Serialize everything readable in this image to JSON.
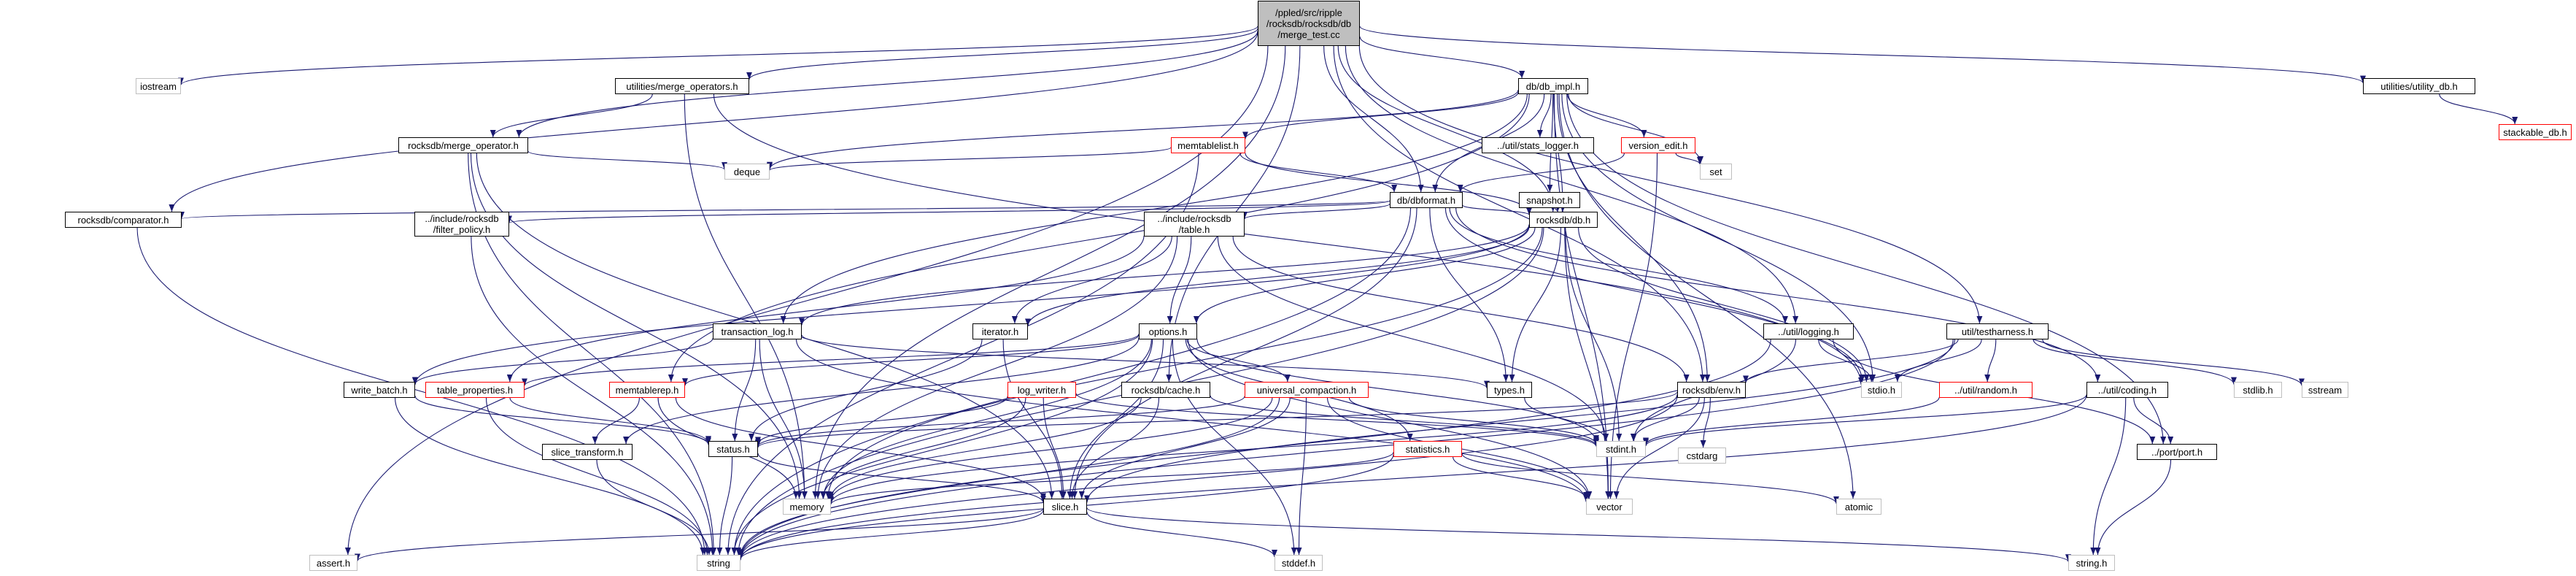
{
  "graph": {
    "root": "/ppled/src/ripple/rocksdb/rocksdb/db/merge_test.cc",
    "colors": {
      "edge": "#191970",
      "arrowhead": "#191970",
      "node_border": "#000000",
      "missing_border": "#bfbfbf",
      "truncated_border": "#ff0000",
      "root_fill": "#bfbfbf",
      "background": "#ffffff"
    },
    "nodes": [
      {
        "id": "root",
        "label": "/ppled/src/ripple\n/rocksdb/rocksdb/db\n/merge_test.cc",
        "kind": "root"
      },
      {
        "id": "iostream",
        "label": "iostream",
        "kind": "missing"
      },
      {
        "id": "merge_operators",
        "label": "utilities/merge_operators.h",
        "kind": "normal"
      },
      {
        "id": "db_impl",
        "label": "db/db_impl.h",
        "kind": "normal"
      },
      {
        "id": "utility_db",
        "label": "utilities/utility_db.h",
        "kind": "normal"
      },
      {
        "id": "stackable_db",
        "label": "stackable_db.h",
        "kind": "truncated"
      },
      {
        "id": "merge_operator",
        "label": "rocksdb/merge_operator.h",
        "kind": "normal"
      },
      {
        "id": "memtablelist",
        "label": "memtablelist.h",
        "kind": "truncated"
      },
      {
        "id": "stats_logger",
        "label": "../util/stats_logger.h",
        "kind": "normal"
      },
      {
        "id": "version_edit",
        "label": "version_edit.h",
        "kind": "truncated"
      },
      {
        "id": "deque",
        "label": "deque",
        "kind": "missing"
      },
      {
        "id": "set",
        "label": "set",
        "kind": "missing"
      },
      {
        "id": "dbformat",
        "label": "db/dbformat.h",
        "kind": "normal"
      },
      {
        "id": "snapshot",
        "label": "snapshot.h",
        "kind": "normal"
      },
      {
        "id": "comparator",
        "label": "rocksdb/comparator.h",
        "kind": "normal"
      },
      {
        "id": "filter_policy",
        "label": "../include/rocksdb\n/filter_policy.h",
        "kind": "normal"
      },
      {
        "id": "table",
        "label": "../include/rocksdb\n/table.h",
        "kind": "normal"
      },
      {
        "id": "db",
        "label": "rocksdb/db.h",
        "kind": "normal"
      },
      {
        "id": "transaction_log",
        "label": "transaction_log.h",
        "kind": "normal"
      },
      {
        "id": "iterator",
        "label": "iterator.h",
        "kind": "normal"
      },
      {
        "id": "options",
        "label": "options.h",
        "kind": "normal"
      },
      {
        "id": "logging",
        "label": "../util/logging.h",
        "kind": "normal"
      },
      {
        "id": "testharness",
        "label": "util/testharness.h",
        "kind": "normal"
      },
      {
        "id": "write_batch",
        "label": "write_batch.h",
        "kind": "normal"
      },
      {
        "id": "table_properties",
        "label": "table_properties.h",
        "kind": "truncated"
      },
      {
        "id": "memtablerep",
        "label": "memtablerep.h",
        "kind": "truncated"
      },
      {
        "id": "log_writer",
        "label": "log_writer.h",
        "kind": "truncated"
      },
      {
        "id": "cache",
        "label": "rocksdb/cache.h",
        "kind": "normal"
      },
      {
        "id": "universal_compaction",
        "label": "universal_compaction.h",
        "kind": "truncated"
      },
      {
        "id": "types",
        "label": "types.h",
        "kind": "normal"
      },
      {
        "id": "env",
        "label": "rocksdb/env.h",
        "kind": "normal"
      },
      {
        "id": "stdio",
        "label": "stdio.h",
        "kind": "missing"
      },
      {
        "id": "random",
        "label": "../util/random.h",
        "kind": "truncated"
      },
      {
        "id": "coding",
        "label": "../util/coding.h",
        "kind": "normal"
      },
      {
        "id": "stdlib",
        "label": "stdlib.h",
        "kind": "missing"
      },
      {
        "id": "sstream",
        "label": "sstream",
        "kind": "missing"
      },
      {
        "id": "slice_transform",
        "label": "slice_transform.h",
        "kind": "normal"
      },
      {
        "id": "status",
        "label": "status.h",
        "kind": "normal"
      },
      {
        "id": "statistics",
        "label": "statistics.h",
        "kind": "truncated"
      },
      {
        "id": "stdint",
        "label": "stdint.h",
        "kind": "missing"
      },
      {
        "id": "cstdarg",
        "label": "cstdarg",
        "kind": "missing"
      },
      {
        "id": "port",
        "label": "../port/port.h",
        "kind": "normal"
      },
      {
        "id": "memory",
        "label": "memory",
        "kind": "missing"
      },
      {
        "id": "slice",
        "label": "slice.h",
        "kind": "normal"
      },
      {
        "id": "vector",
        "label": "vector",
        "kind": "missing"
      },
      {
        "id": "atomic",
        "label": "atomic",
        "kind": "missing"
      },
      {
        "id": "assert",
        "label": "assert.h",
        "kind": "missing"
      },
      {
        "id": "string",
        "label": "string",
        "kind": "missing"
      },
      {
        "id": "stddef",
        "label": "stddef.h",
        "kind": "missing"
      },
      {
        "id": "string_h",
        "label": "string.h",
        "kind": "missing"
      }
    ],
    "edges": [
      [
        "root",
        "iostream"
      ],
      [
        "root",
        "merge_operators"
      ],
      [
        "root",
        "merge_operator"
      ],
      [
        "root",
        "db_impl"
      ],
      [
        "root",
        "utility_db"
      ],
      [
        "root",
        "comparator"
      ],
      [
        "root",
        "assert"
      ],
      [
        "root",
        "memory"
      ],
      [
        "root",
        "dbformat"
      ],
      [
        "root",
        "db"
      ],
      [
        "root",
        "env"
      ],
      [
        "root",
        "testharness"
      ],
      [
        "root",
        "logging"
      ],
      [
        "root",
        "cache"
      ],
      [
        "merge_operators",
        "merge_operator"
      ],
      [
        "merge_operators",
        "memory"
      ],
      [
        "merge_operators",
        "stdio"
      ],
      [
        "utility_db",
        "stackable_db"
      ],
      [
        "merge_operator",
        "deque"
      ],
      [
        "merge_operator",
        "string"
      ],
      [
        "merge_operator",
        "slice"
      ],
      [
        "merge_operator",
        "memory"
      ],
      [
        "db_impl",
        "memtablelist"
      ],
      [
        "db_impl",
        "stats_logger"
      ],
      [
        "db_impl",
        "version_edit"
      ],
      [
        "db_impl",
        "deque"
      ],
      [
        "db_impl",
        "set"
      ],
      [
        "db_impl",
        "dbformat"
      ],
      [
        "db_impl",
        "snapshot"
      ],
      [
        "db_impl",
        "db"
      ],
      [
        "db_impl",
        "env"
      ],
      [
        "db_impl",
        "memtablerep"
      ],
      [
        "db_impl",
        "transaction_log"
      ],
      [
        "db_impl",
        "atomic"
      ],
      [
        "db_impl",
        "port"
      ],
      [
        "db_impl",
        "vector"
      ],
      [
        "db_impl",
        "stdio"
      ],
      [
        "memtablelist",
        "deque"
      ],
      [
        "memtablelist",
        "dbformat"
      ],
      [
        "memtablelist",
        "db"
      ],
      [
        "memtablelist",
        "string"
      ],
      [
        "version_edit",
        "dbformat"
      ],
      [
        "version_edit",
        "set"
      ],
      [
        "version_edit",
        "vector"
      ],
      [
        "snapshot",
        "db"
      ],
      [
        "dbformat",
        "comparator"
      ],
      [
        "dbformat",
        "filter_policy"
      ],
      [
        "dbformat",
        "table"
      ],
      [
        "dbformat",
        "db"
      ],
      [
        "dbformat",
        "types"
      ],
      [
        "dbformat",
        "logging"
      ],
      [
        "dbformat",
        "coding"
      ],
      [
        "dbformat",
        "slice"
      ],
      [
        "dbformat",
        "stdio"
      ],
      [
        "dbformat",
        "string"
      ],
      [
        "comparator",
        "string"
      ],
      [
        "filter_policy",
        "string"
      ],
      [
        "table",
        "iterator"
      ],
      [
        "table",
        "options"
      ],
      [
        "table",
        "env"
      ],
      [
        "table",
        "memory"
      ],
      [
        "table",
        "stdint"
      ],
      [
        "table",
        "table_properties"
      ],
      [
        "db",
        "transaction_log"
      ],
      [
        "db",
        "iterator"
      ],
      [
        "db",
        "options"
      ],
      [
        "db",
        "types"
      ],
      [
        "db",
        "stdint"
      ],
      [
        "db",
        "stdio"
      ],
      [
        "db",
        "memory"
      ],
      [
        "db",
        "vector"
      ],
      [
        "db",
        "string"
      ],
      [
        "db",
        "write_batch"
      ],
      [
        "transaction_log",
        "write_batch"
      ],
      [
        "transaction_log",
        "status"
      ],
      [
        "transaction_log",
        "types"
      ],
      [
        "transaction_log",
        "memory"
      ],
      [
        "transaction_log",
        "vector"
      ],
      [
        "iterator",
        "slice"
      ],
      [
        "iterator",
        "status"
      ],
      [
        "options",
        "memtablerep"
      ],
      [
        "options",
        "table_properties"
      ],
      [
        "options",
        "universal_compaction"
      ],
      [
        "options",
        "statistics"
      ],
      [
        "options",
        "slice_transform"
      ],
      [
        "options",
        "stdint"
      ],
      [
        "options",
        "stddef"
      ],
      [
        "options",
        "memory"
      ],
      [
        "options",
        "string"
      ],
      [
        "options",
        "slice"
      ],
      [
        "options",
        "vector"
      ],
      [
        "logging",
        "stdio"
      ],
      [
        "logging",
        "stdint"
      ],
      [
        "logging",
        "string"
      ],
      [
        "logging",
        "port"
      ],
      [
        "testharness",
        "env"
      ],
      [
        "testharness",
        "stdio"
      ],
      [
        "testharness",
        "stdlib"
      ],
      [
        "testharness",
        "sstream"
      ],
      [
        "testharness",
        "random"
      ],
      [
        "testharness",
        "slice"
      ],
      [
        "testharness",
        "string"
      ],
      [
        "write_batch",
        "status"
      ],
      [
        "write_batch",
        "string"
      ],
      [
        "table_properties",
        "string"
      ],
      [
        "table_properties",
        "status"
      ],
      [
        "memtablerep",
        "slice_transform"
      ],
      [
        "memtablerep",
        "memory"
      ],
      [
        "memtablerep",
        "slice"
      ],
      [
        "log_writer",
        "slice"
      ],
      [
        "log_writer",
        "status"
      ],
      [
        "log_writer",
        "stdint"
      ],
      [
        "log_writer",
        "memory"
      ],
      [
        "cache",
        "slice"
      ],
      [
        "cache",
        "memory"
      ],
      [
        "cache",
        "stdint"
      ],
      [
        "universal_compaction",
        "stdint"
      ],
      [
        "universal_compaction",
        "memory"
      ],
      [
        "universal_compaction",
        "string"
      ],
      [
        "universal_compaction",
        "vector"
      ],
      [
        "universal_compaction",
        "slice"
      ],
      [
        "universal_compaction",
        "stddef"
      ],
      [
        "universal_compaction",
        "status"
      ],
      [
        "types",
        "stdint"
      ],
      [
        "env",
        "cstdarg"
      ],
      [
        "env",
        "string"
      ],
      [
        "env",
        "memory"
      ],
      [
        "env",
        "vector"
      ],
      [
        "env",
        "stdint"
      ],
      [
        "env",
        "status"
      ],
      [
        "random",
        "stdint"
      ],
      [
        "coding",
        "port"
      ],
      [
        "coding",
        "stdint"
      ],
      [
        "coding",
        "string"
      ],
      [
        "coding",
        "string_h"
      ],
      [
        "slice_transform",
        "string"
      ],
      [
        "status",
        "string"
      ],
      [
        "status",
        "slice"
      ],
      [
        "statistics",
        "atomic"
      ],
      [
        "statistics",
        "memory"
      ],
      [
        "statistics",
        "vector"
      ],
      [
        "statistics",
        "string"
      ],
      [
        "port",
        "string_h"
      ],
      [
        "slice",
        "assert"
      ],
      [
        "slice",
        "stddef"
      ],
      [
        "slice",
        "string"
      ],
      [
        "slice",
        "string_h"
      ]
    ]
  }
}
